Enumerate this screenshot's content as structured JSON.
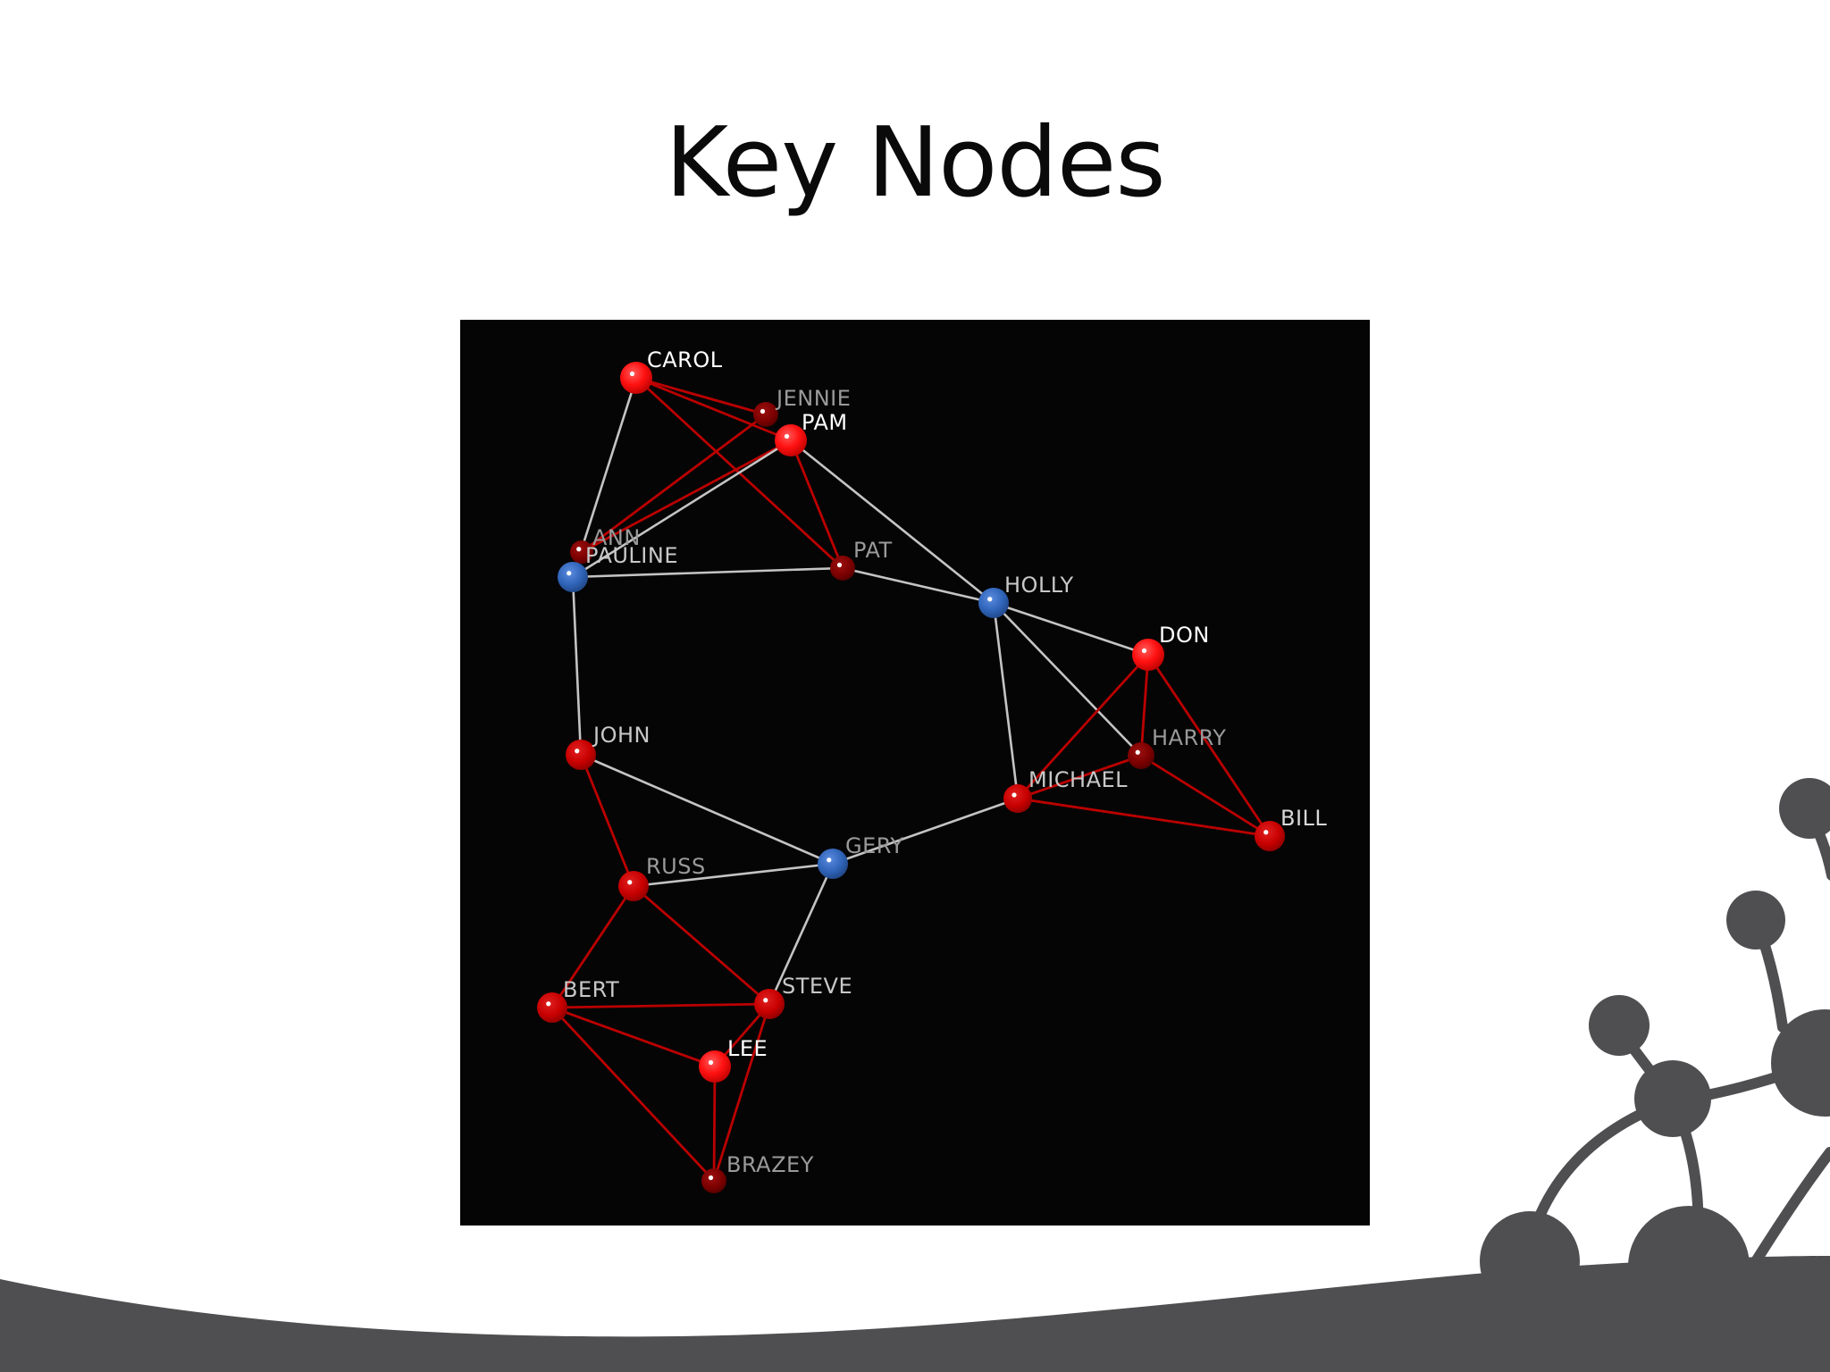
{
  "slide": {
    "title": "Key Nodes"
  },
  "colors": {
    "background": "#ffffff",
    "panel": "#050505",
    "hub_node": "#2f64b8",
    "bright_node": "#ff1010",
    "dark_node": "#7a0000",
    "medium_node": "#c80000",
    "red_edge": "#bb0000",
    "grey_edge": "#c4c4c4",
    "decoration": "#4f4f51"
  },
  "network": {
    "nodes": [
      {
        "id": "CAROL",
        "label": "CAROL",
        "kind": "bright",
        "label_color": "#ffffff"
      },
      {
        "id": "JENNIE",
        "label": "JENNIE",
        "kind": "dark",
        "label_color": "#9a9a9a"
      },
      {
        "id": "PAM",
        "label": "PAM",
        "kind": "bright",
        "label_color": "#ffffff"
      },
      {
        "id": "ANN",
        "label": "ANN",
        "kind": "dark",
        "label_color": "#9a9a9a"
      },
      {
        "id": "PAULINE",
        "label": "PAULINE",
        "kind": "hub",
        "label_color": "#c8c8c8"
      },
      {
        "id": "PAT",
        "label": "PAT",
        "kind": "dark",
        "label_color": "#9a9a9a"
      },
      {
        "id": "HOLLY",
        "label": "HOLLY",
        "kind": "hub",
        "label_color": "#c8c8c8"
      },
      {
        "id": "DON",
        "label": "DON",
        "kind": "bright",
        "label_color": "#ffffff"
      },
      {
        "id": "HARRY",
        "label": "HARRY",
        "kind": "dark",
        "label_color": "#9a9a9a"
      },
      {
        "id": "MICHAEL",
        "label": "MICHAEL",
        "kind": "medium",
        "label_color": "#c8c8c8"
      },
      {
        "id": "BILL",
        "label": "BILL",
        "kind": "medium",
        "label_color": "#d8d8d8"
      },
      {
        "id": "JOHN",
        "label": "JOHN",
        "kind": "medium",
        "label_color": "#c8c8c8"
      },
      {
        "id": "GERY",
        "label": "GERY",
        "kind": "hub",
        "label_color": "#9a9a9a"
      },
      {
        "id": "RUSS",
        "label": "RUSS",
        "kind": "medium",
        "label_color": "#9a9a9a"
      },
      {
        "id": "BERT",
        "label": "BERT",
        "kind": "medium",
        "label_color": "#c8c8c8"
      },
      {
        "id": "STEVE",
        "label": "STEVE",
        "kind": "medium",
        "label_color": "#c8c8c8"
      },
      {
        "id": "LEE",
        "label": "LEE",
        "kind": "bright",
        "label_color": "#ffffff"
      },
      {
        "id": "BRAZEY",
        "label": "BRAZEY",
        "kind": "dark",
        "label_color": "#9a9a9a"
      }
    ],
    "edges": [
      {
        "from": "CAROL",
        "to": "JENNIE",
        "kind": "red"
      },
      {
        "from": "CAROL",
        "to": "PAM",
        "kind": "red"
      },
      {
        "from": "CAROL",
        "to": "PAT",
        "kind": "red"
      },
      {
        "from": "CAROL",
        "to": "PAULINE",
        "kind": "grey"
      },
      {
        "from": "JENNIE",
        "to": "ANN",
        "kind": "red"
      },
      {
        "from": "PAM",
        "to": "ANN",
        "kind": "red"
      },
      {
        "from": "PAM",
        "to": "PAT",
        "kind": "red"
      },
      {
        "from": "PAM",
        "to": "PAULINE",
        "kind": "grey"
      },
      {
        "from": "PAM",
        "to": "HOLLY",
        "kind": "grey"
      },
      {
        "from": "PAULINE",
        "to": "PAT",
        "kind": "grey"
      },
      {
        "from": "PAULINE",
        "to": "JOHN",
        "kind": "grey"
      },
      {
        "from": "PAT",
        "to": "HOLLY",
        "kind": "grey"
      },
      {
        "from": "HOLLY",
        "to": "DON",
        "kind": "grey"
      },
      {
        "from": "HOLLY",
        "to": "HARRY",
        "kind": "grey"
      },
      {
        "from": "HOLLY",
        "to": "MICHAEL",
        "kind": "grey"
      },
      {
        "from": "DON",
        "to": "HARRY",
        "kind": "red"
      },
      {
        "from": "DON",
        "to": "MICHAEL",
        "kind": "red"
      },
      {
        "from": "DON",
        "to": "BILL",
        "kind": "red"
      },
      {
        "from": "HARRY",
        "to": "MICHAEL",
        "kind": "red"
      },
      {
        "from": "HARRY",
        "to": "BILL",
        "kind": "red"
      },
      {
        "from": "MICHAEL",
        "to": "BILL",
        "kind": "red"
      },
      {
        "from": "MICHAEL",
        "to": "GERY",
        "kind": "grey"
      },
      {
        "from": "JOHN",
        "to": "GERY",
        "kind": "grey"
      },
      {
        "from": "JOHN",
        "to": "RUSS",
        "kind": "red"
      },
      {
        "from": "GERY",
        "to": "RUSS",
        "kind": "grey"
      },
      {
        "from": "GERY",
        "to": "STEVE",
        "kind": "grey"
      },
      {
        "from": "RUSS",
        "to": "BERT",
        "kind": "red"
      },
      {
        "from": "RUSS",
        "to": "STEVE",
        "kind": "red"
      },
      {
        "from": "BERT",
        "to": "STEVE",
        "kind": "red"
      },
      {
        "from": "BERT",
        "to": "LEE",
        "kind": "red"
      },
      {
        "from": "BERT",
        "to": "BRAZEY",
        "kind": "red"
      },
      {
        "from": "STEVE",
        "to": "LEE",
        "kind": "red"
      },
      {
        "from": "STEVE",
        "to": "BRAZEY",
        "kind": "red"
      },
      {
        "from": "LEE",
        "to": "BRAZEY",
        "kind": "red"
      }
    ]
  }
}
